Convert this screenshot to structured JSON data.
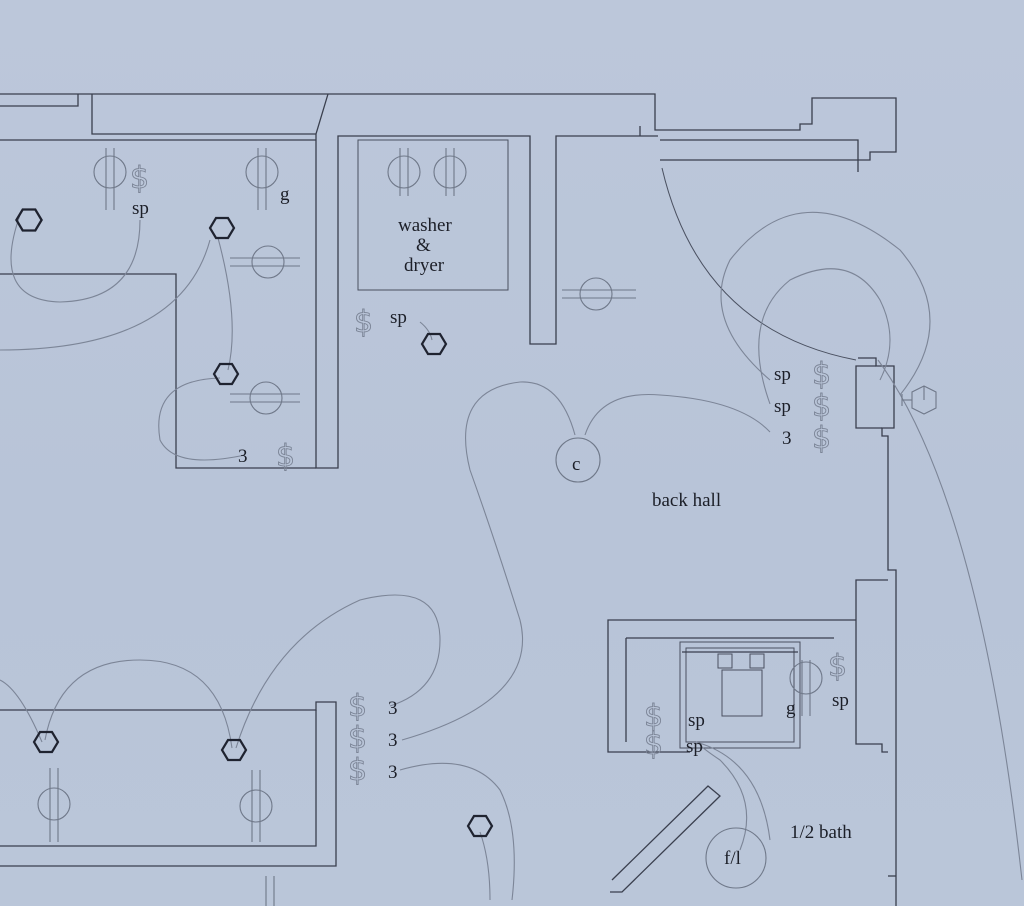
{
  "labels": {
    "washer": "washer",
    "amp": "&",
    "dryer": "dryer",
    "back_hall": "back hall",
    "half_bath": "1/2 bath",
    "c": "c",
    "fl": "f/l",
    "g": "g",
    "sp": "sp",
    "three": "3"
  },
  "symbols": {
    "switch": "$"
  },
  "colors": {
    "paper": "#b9c5d8",
    "wall": "#3a3f4e",
    "wire": "#7c8597",
    "fixture": "#1f2330"
  }
}
